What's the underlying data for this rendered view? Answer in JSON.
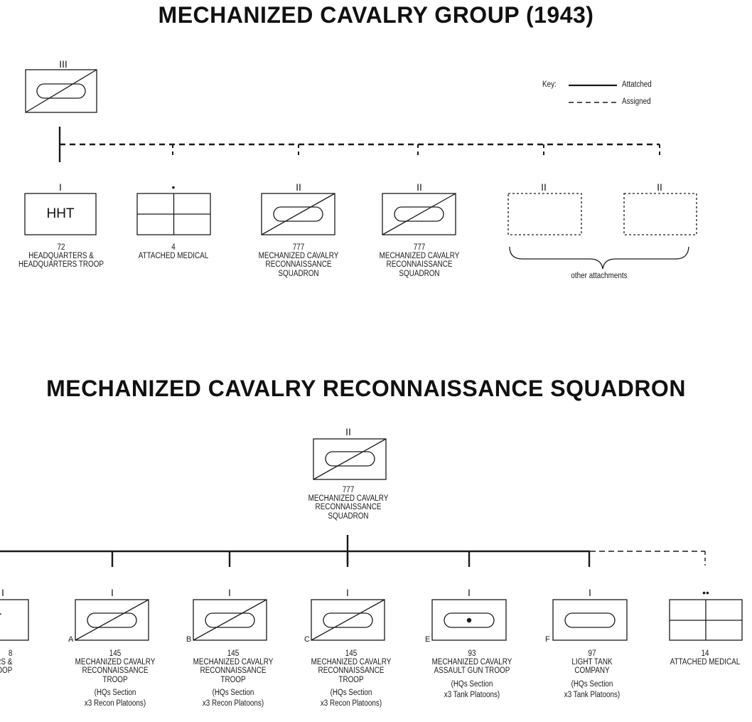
{
  "titles": {
    "group": "MECHANIZED CAVALRY GROUP (1943)",
    "squadron": "MECHANIZED CAVALRY RECONNAISSANCE SQUADRON"
  },
  "key": {
    "label": "Key:",
    "solid": "Attatched",
    "dashed": "Assigned"
  },
  "group": {
    "hq_echelon": "III",
    "units": [
      {
        "echelon": "I",
        "code": "HHT",
        "number": "72",
        "lines": [
          "HEADQUARTERS &",
          "HEADQUARTERS TROOP"
        ]
      },
      {
        "echelon": "•",
        "number": "4",
        "lines": [
          "ATTACHED MEDICAL"
        ]
      },
      {
        "echelon": "II",
        "number": "777",
        "lines": [
          "MECHANIZED CAVALRY",
          "RECONNAISSANCE",
          "SQUADRON"
        ]
      },
      {
        "echelon": "II",
        "number": "777",
        "lines": [
          "MECHANIZED CAVALRY",
          "RECONNAISSANCE",
          "SQUADRON"
        ]
      },
      {
        "echelon": "II"
      },
      {
        "echelon": "II"
      }
    ],
    "bracket_label": "other attachments"
  },
  "squadron": {
    "hq_echelon": "II",
    "hq_number": "777",
    "hq_lines": [
      "MECHANIZED CAVALRY",
      "RECONNAISSANCE",
      "SQUADRON"
    ],
    "units": [
      {
        "echelon": "I",
        "code": "ST",
        "number": "8",
        "lines": [
          "RTERS &",
          "TROOP"
        ]
      },
      {
        "echelon": "I",
        "letter": "A",
        "number": "145",
        "lines": [
          "MECHANIZED CAVALRY",
          "RECONNAISSANCE",
          "TROOP"
        ],
        "sub": [
          "(HQs Section",
          "x3 Recon Platoons)"
        ]
      },
      {
        "echelon": "I",
        "letter": "B",
        "number": "145",
        "lines": [
          "MECHANIZED CAVALRY",
          "RECONNAISSANCE",
          "TROOP"
        ],
        "sub": [
          "(HQs Section",
          "x3 Recon Platoons)"
        ]
      },
      {
        "echelon": "I",
        "letter": "C",
        "number": "145",
        "lines": [
          "MECHANIZED CAVALRY",
          "RECONNAISSANCE",
          "TROOP"
        ],
        "sub": [
          "(HQs Section",
          "x3 Recon Platoons)"
        ]
      },
      {
        "echelon": "I",
        "letter": "E",
        "number": "93",
        "lines": [
          "MECHANIZED CAVALRY",
          "ASSAULT GUN TROOP"
        ],
        "sub": [
          "(HQs Section",
          "x3 Tank Platoons)"
        ]
      },
      {
        "echelon": "I",
        "letter": "F",
        "number": "97",
        "lines": [
          "LIGHT TANK",
          "COMPANY"
        ],
        "sub": [
          "(HQs Section",
          "x3 Tank Platoons)"
        ]
      },
      {
        "echelon": "••",
        "number": "14",
        "lines": [
          "ATTACHED MEDICAL"
        ]
      }
    ]
  }
}
